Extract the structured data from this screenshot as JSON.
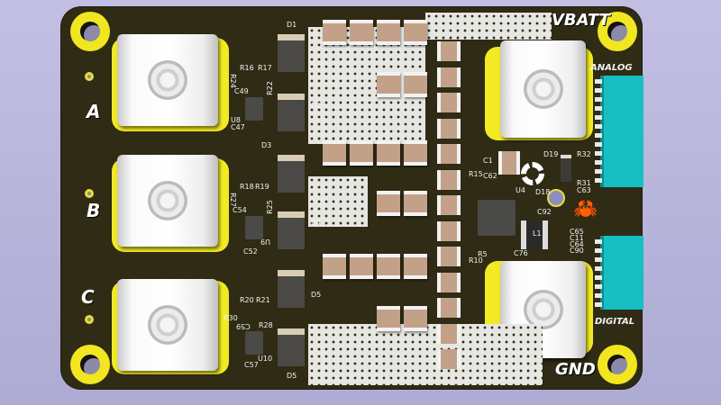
{
  "board": {
    "net_labels": {
      "vbatt": "VBATT",
      "gnd": "GND",
      "analog": "ANALOG",
      "digital": "DIGITAL"
    },
    "phase_labels": [
      "A",
      "B",
      "C"
    ]
  },
  "designators": {
    "phase_a": [
      "R16",
      "R17",
      "R24",
      "R22",
      "C49",
      "U8",
      "C47"
    ],
    "phase_b": [
      "R18",
      "R19",
      "R27",
      "R25",
      "C54",
      "U9",
      "C52"
    ],
    "phase_c": [
      "R20",
      "R21",
      "R30",
      "R28",
      "C59",
      "U10",
      "C57"
    ],
    "diodes": [
      "D1",
      "D2",
      "D3",
      "D4",
      "D5",
      "D5"
    ],
    "controller": [
      "C1",
      "D19",
      "R32",
      "R31",
      "C63",
      "R15",
      "C62",
      "U4",
      "D18",
      "C92",
      "L1",
      "C65",
      "C11",
      "C64",
      "C90",
      "R5",
      "R10",
      "C76"
    ]
  },
  "colors": {
    "board": "#2f2b14",
    "pad": "#f2ea22",
    "connector": "#17bfc3",
    "background": "#b9b6dc"
  }
}
